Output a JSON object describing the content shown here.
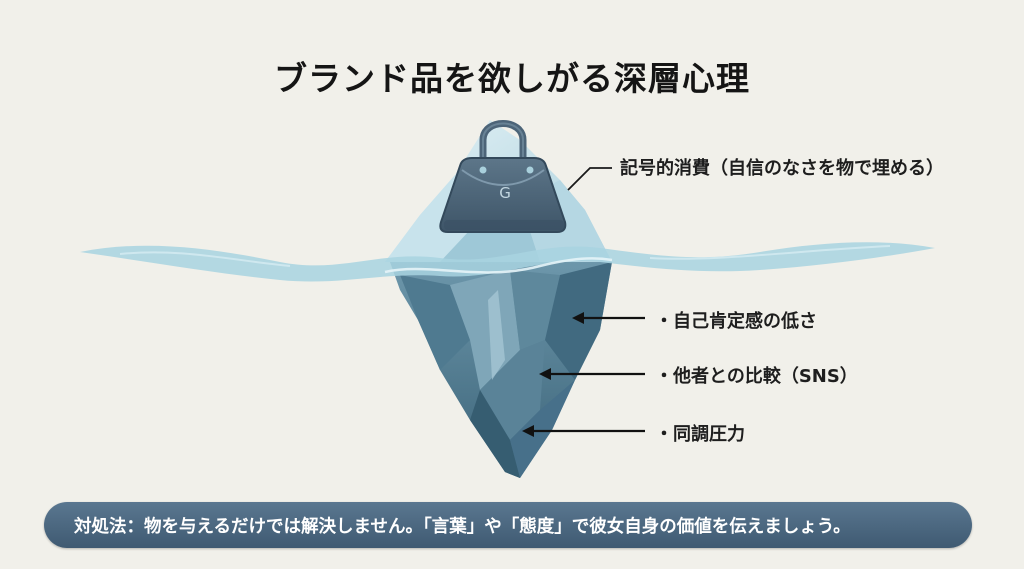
{
  "title": "ブランド品を欲しがる深層心理",
  "above_water": {
    "icon": "handbag-icon",
    "bag_logo": "G",
    "label": "記号的消費（自信のなさを物で埋める）"
  },
  "below_water": {
    "items": [
      {
        "label": "・自己肯定感の低さ"
      },
      {
        "label": "・他者との比較（SNS）"
      },
      {
        "label": "・同調圧力"
      }
    ]
  },
  "banner": {
    "text": "対処法：物を与えるだけでは解決しません。「言葉」や「態度」で彼女自身の価値を伝えましょう。"
  },
  "colors": {
    "background": "#f1f0ea",
    "iceberg_top": "#b9dbe6",
    "iceberg_bottom": "#3f6b82",
    "water": "#a8d3e0",
    "bag": "#4c6478",
    "banner": "#4a657e"
  }
}
